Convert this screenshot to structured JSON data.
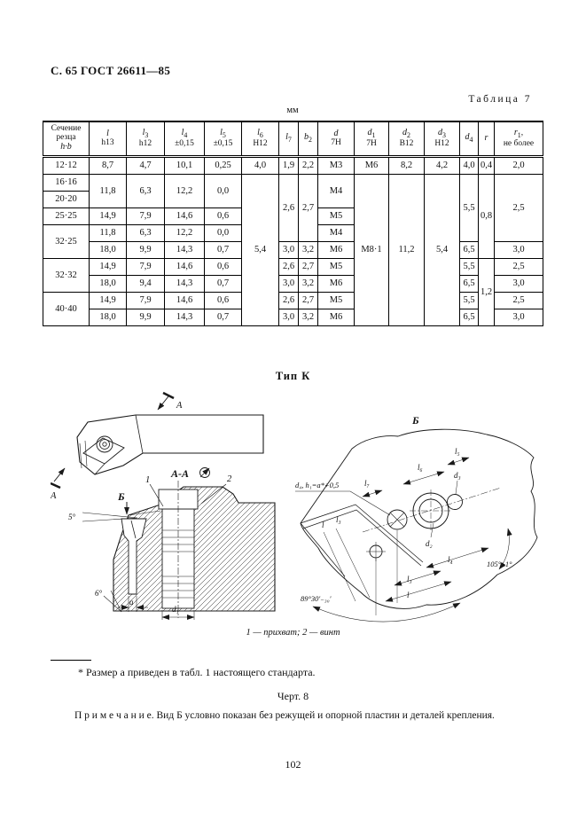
{
  "page": {
    "header": "С. 65 ГОСТ 26611—85",
    "table_caption": "Таблица 7",
    "units": "мм",
    "type_heading": "Тип К",
    "legend": "1 — прихват; 2 — винт",
    "footnote": "* Размер а приведен в табл. 1 настоящего стандарта.",
    "figure_caption": "Черт. 8",
    "note": "П р и м е ч а н и е. Вид Б условно показан без режущей и опорной пластин и деталей крепления.",
    "page_number": "102"
  },
  "table": {
    "columns": [
      {
        "lines": [
          "Сечение",
          "резца"
        ],
        "formula": "h·b"
      },
      {
        "sym": "l",
        "tol": "h13"
      },
      {
        "sym": "l",
        "sub": "3",
        "tol": "h12"
      },
      {
        "sym": "l",
        "sub": "4",
        "tol": "±0,15"
      },
      {
        "sym": "l",
        "sub": "5",
        "tol": "±0,15"
      },
      {
        "sym": "l",
        "sub": "6",
        "tol": "H12"
      },
      {
        "sym": "l",
        "sub": "7"
      },
      {
        "sym": "b",
        "sub": "2"
      },
      {
        "sym": "d",
        "tol": "7H"
      },
      {
        "sym": "d",
        "sub": "1",
        "tol": "7H"
      },
      {
        "sym": "d",
        "sub": "2",
        "tol": "B12"
      },
      {
        "sym": "d",
        "sub": "3",
        "tol": "H12"
      },
      {
        "sym": "d",
        "sub": "4"
      },
      {
        "sym": "r"
      },
      {
        "sym": "r",
        "sub": "1",
        "tail": ",",
        "tol": "не более"
      }
    ],
    "rows": [
      [
        {
          "t": "12·12",
          "sec": 1
        },
        {
          "t": "8,7"
        },
        {
          "t": "4,7"
        },
        {
          "t": "10,1"
        },
        {
          "t": "0,25"
        },
        {
          "t": "4,0"
        },
        {
          "t": "1,9"
        },
        {
          "t": "2,2"
        },
        {
          "t": "М3"
        },
        {
          "t": "М6"
        },
        {
          "t": "8,2"
        },
        {
          "t": "4,2"
        },
        {
          "t": "4,0"
        },
        {
          "t": "0,4"
        },
        {
          "t": "2,0"
        }
      ],
      [
        {
          "t": "16·16",
          "sec": 1
        },
        {
          "t": "11,8",
          "rs": 3
        },
        {
          "t": "6,3",
          "rs": 3
        },
        {
          "t": "12,2",
          "rs": 3
        },
        {
          "t": "0,0",
          "rs": 3
        },
        {
          "t": "5,4",
          "rs": 10
        },
        {
          "t": "2,6",
          "rs": 5
        },
        {
          "t": "2,7",
          "rs": 5
        },
        {
          "t": "М4",
          "rs": 3
        },
        {
          "t": "М8·1",
          "rs": 10
        },
        {
          "t": "11,2",
          "rs": 10
        },
        {
          "t": "5,4",
          "rs": 10
        },
        {
          "t": "5,5",
          "rs": 5
        },
        {
          "t": "0,8",
          "rs": 6
        },
        {
          "t": "2,5",
          "rs": 5
        }
      ],
      [
        {
          "t": "20·20",
          "sec": 1
        }
      ],
      [
        {
          "t": "25·25",
          "sec": 1,
          "rs": 2
        }
      ],
      [
        {
          "t": "14,9"
        },
        {
          "t": "7,9"
        },
        {
          "t": "14,6"
        },
        {
          "t": "0,6"
        },
        {
          "t": "М5"
        }
      ],
      [
        {
          "t": "32·25",
          "sec": 1,
          "rs": 2
        },
        {
          "t": "11,8"
        },
        {
          "t": "6,3"
        },
        {
          "t": "12,2"
        },
        {
          "t": "0,0"
        },
        {
          "t": "М4"
        }
      ],
      [
        {
          "t": "18,0"
        },
        {
          "t": "9,9"
        },
        {
          "t": "14,3"
        },
        {
          "t": "0,7"
        },
        {
          "t": "3,0"
        },
        {
          "t": "3,2"
        },
        {
          "t": "М6"
        },
        {
          "t": "6,5"
        },
        {
          "t": "3,0"
        }
      ],
      [
        {
          "t": "32·32",
          "sec": 1,
          "rs": 2
        },
        {
          "t": "14,9"
        },
        {
          "t": "7,9"
        },
        {
          "t": "14,6"
        },
        {
          "t": "0,6"
        },
        {
          "t": "2,6"
        },
        {
          "t": "2,7"
        },
        {
          "t": "М5"
        },
        {
          "t": "5,5"
        },
        {
          "t": "1,2",
          "rs": 4
        },
        {
          "t": "2,5"
        }
      ],
      [
        {
          "t": "18,0"
        },
        {
          "t": "9,4"
        },
        {
          "t": "14,3"
        },
        {
          "t": "0,7"
        },
        {
          "t": "3,0"
        },
        {
          "t": "3,2"
        },
        {
          "t": "М6"
        },
        {
          "t": "6,5"
        },
        {
          "t": "3,0"
        }
      ],
      [
        {
          "t": "40·40",
          "sec": 1,
          "rs": 2
        },
        {
          "t": "14,9"
        },
        {
          "t": "7,9"
        },
        {
          "t": "14,6"
        },
        {
          "t": "0,6"
        },
        {
          "t": "2,6"
        },
        {
          "t": "2,7"
        },
        {
          "t": "М5"
        },
        {
          "t": "5,5"
        },
        {
          "t": "2,5"
        }
      ],
      [
        {
          "t": "18,0"
        },
        {
          "t": "9,9"
        },
        {
          "t": "14,3"
        },
        {
          "t": "0,7"
        },
        {
          "t": "3,0"
        },
        {
          "t": "3,2"
        },
        {
          "t": "М6"
        },
        {
          "t": "6,5"
        },
        {
          "t": "3,0"
        }
      ]
    ]
  },
  "drawing": {
    "arrow_a": "А",
    "section_aa": "А-А",
    "view_b": "Б",
    "angle_5deg": "5°",
    "angle_6deg": "6°",
    "dim_a": "a",
    "dim_d1": "d₁",
    "callout_clamp": "1",
    "callout_screw": "2",
    "dim_l7": "l₇",
    "dim_l6": "l₆",
    "dim_l5": "l₅",
    "dim_d3": "d₃",
    "dim_d4_h1": "d₄, h₁=a*+0,5",
    "dim_l": "l",
    "dim_l3": "l₃",
    "dim_d2": "d₂",
    "dim_l4": "l₄",
    "dim_l3_b": "l₃",
    "dim_l_b": "l",
    "angle_105": "105°±1°",
    "angle_89": "89°30′₋₃₀′"
  }
}
